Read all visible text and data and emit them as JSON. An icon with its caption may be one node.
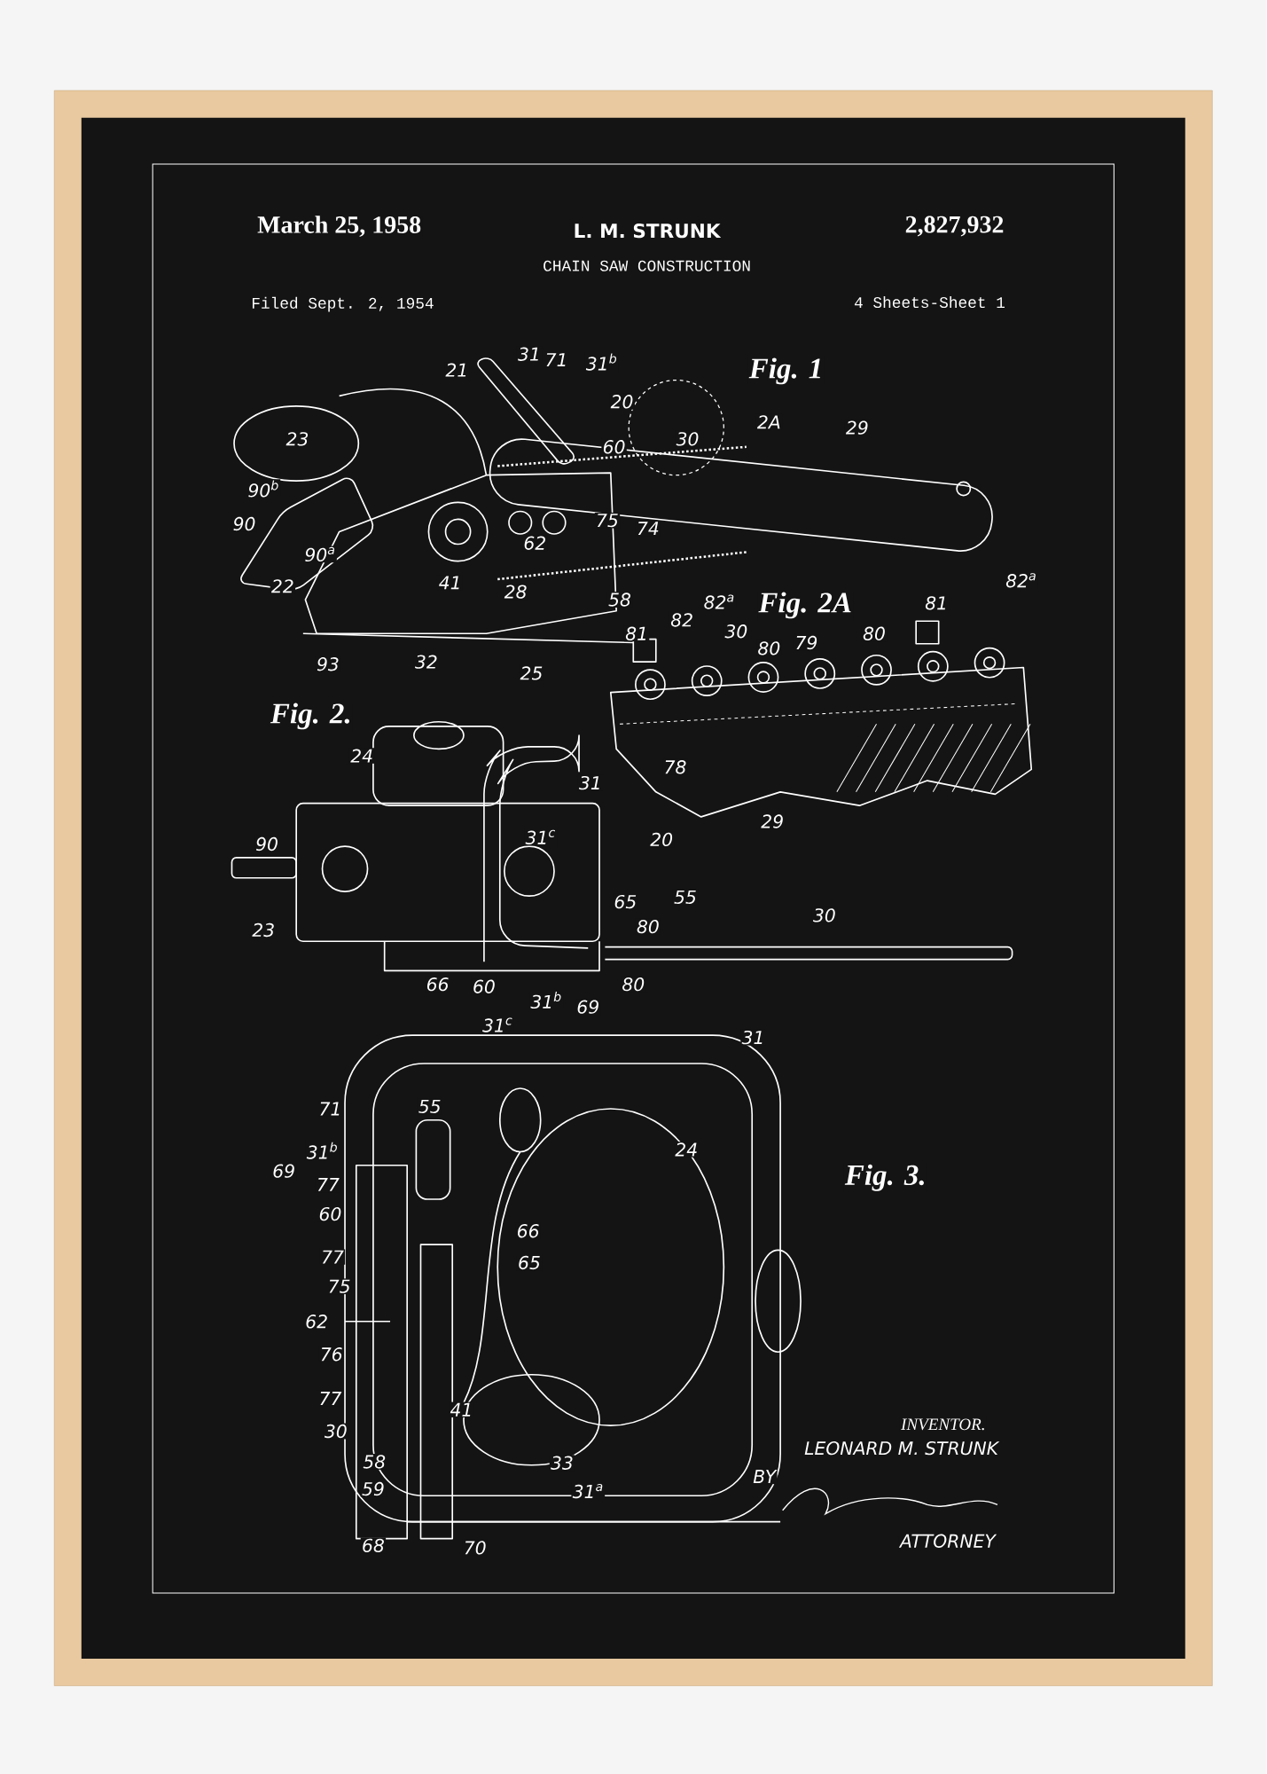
{
  "diagram": {
    "title": "CHAIN SAW CONSTRUCTION",
    "labels": [
      "March 25, 1958",
      "L. M. STRUNK",
      "2,827,932",
      "Filed Sept. 2, 1954",
      "4 Sheets-Sheet 1",
      "Fig. 1",
      "21",
      "31",
      "71",
      "31$^{b}$",
      "20",
      "60",
      "30",
      "2A",
      "29",
      "23",
      "90$^{b}$",
      "90",
      "90$^{a}$",
      "75",
      "74",
      "62",
      "41",
      "28",
      "58",
      "22",
      "93",
      "32",
      "25",
      "Fig. 2A",
      "82$^{a}$",
      "81",
      "82",
      "30",
      "80",
      "79",
      "80",
      "81",
      "82$^{a}$",
      "78",
      "29",
      "Fig. 2.",
      "24",
      "31",
      "90",
      "31$^{c}$",
      "20",
      "23",
      "65",
      "55",
      "80",
      "30",
      "66",
      "60",
      "31$^{b}$",
      "69",
      "80",
      "Fig. 3.",
      "31$^{c}$",
      "31",
      "71",
      "55",
      "31$^{b}$",
      "69",
      "24",
      "77",
      "60",
      "66",
      "77",
      "65",
      "75",
      "62",
      "76",
      "77",
      "30",
      "41",
      "58",
      "33",
      "59",
      "31$^{a}$",
      "68",
      "70",
      "INVENTOR.",
      "LEONARD M. STRUNK",
      "BY",
      "ATTORNEY"
    ]
  }
}
